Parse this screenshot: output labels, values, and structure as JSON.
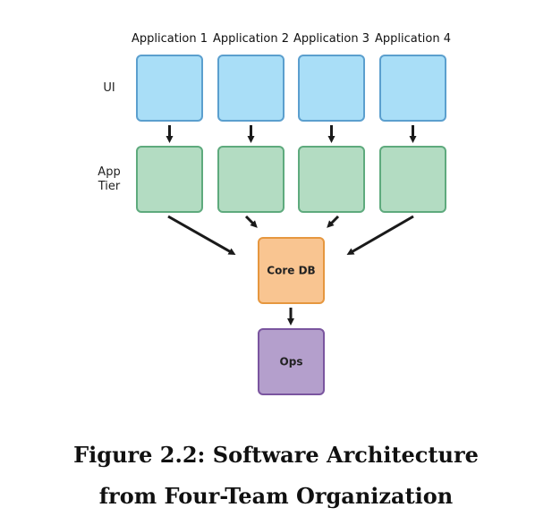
{
  "diagram": {
    "applications": [
      "Application 1",
      "Application 2",
      "Application 3",
      "Application 4"
    ],
    "row_labels": {
      "ui": [
        "UI"
      ],
      "app_tier": [
        "App",
        "Tier"
      ]
    },
    "core_db_label": "Core DB",
    "ops_label": "Ops",
    "colors": {
      "ui_fill": "#a9def7",
      "ui_stroke": "#5b9fce",
      "tier_fill": "#b3dcc2",
      "tier_stroke": "#5eaa7d",
      "db_fill": "#f9c591",
      "db_stroke": "#e6973f",
      "ops_fill": "#b49fcc",
      "ops_stroke": "#7a559f",
      "arrow": "#1a1a1a"
    }
  },
  "caption": {
    "line1": "Figure 2.2: Software Architecture",
    "line2": "from Four-Team Organization"
  }
}
